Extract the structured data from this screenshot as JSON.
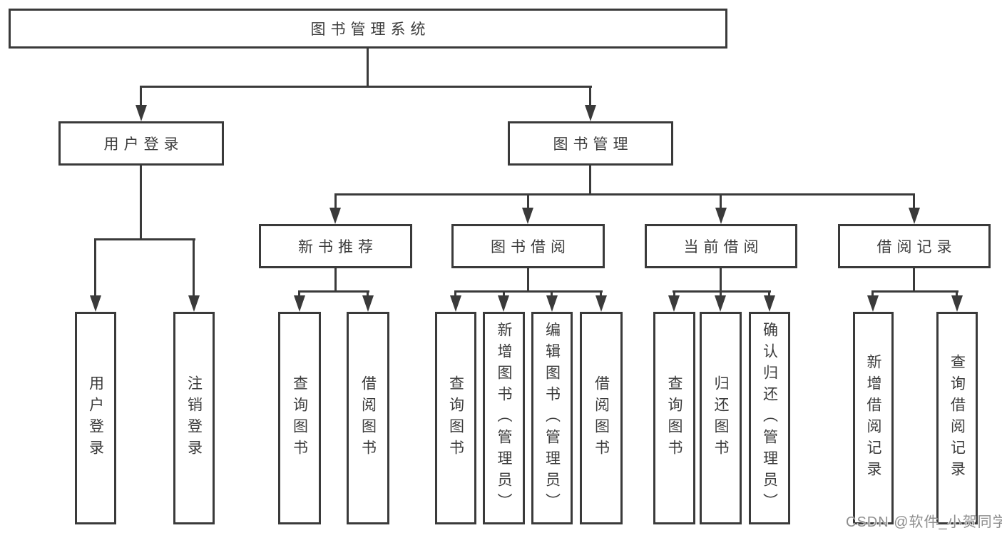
{
  "page": {
    "background_color": "#ffffff",
    "line_color": "#3a3a3a",
    "text_color": "#3c3c3c"
  },
  "tree": {
    "root": {
      "label": "图书管理系统"
    },
    "branches": [
      {
        "label": "用户登录",
        "children": [
          {
            "label": "用户登录"
          },
          {
            "label": "注销登录"
          }
        ]
      },
      {
        "label": "图书管理",
        "children": [
          {
            "label": "新书推荐",
            "children": [
              {
                "label": "查询图书"
              },
              {
                "label": "借阅图书"
              }
            ]
          },
          {
            "label": "图书借阅",
            "children": [
              {
                "label": "查询图书"
              },
              {
                "label": "新增图书（管理员）"
              },
              {
                "label": "编辑图书（管理员）"
              },
              {
                "label": "借阅图书"
              }
            ]
          },
          {
            "label": "当前借阅",
            "children": [
              {
                "label": "查询图书"
              },
              {
                "label": "归还图书"
              },
              {
                "label": "确认归还（管理员）"
              }
            ]
          },
          {
            "label": "借阅记录",
            "children": [
              {
                "label": "新增借阅记录"
              },
              {
                "label": "查询借阅记录"
              }
            ]
          }
        ]
      }
    ]
  },
  "watermark": {
    "text": "CSDN @软件_小贺同学",
    "color": "#8e8e8e"
  }
}
